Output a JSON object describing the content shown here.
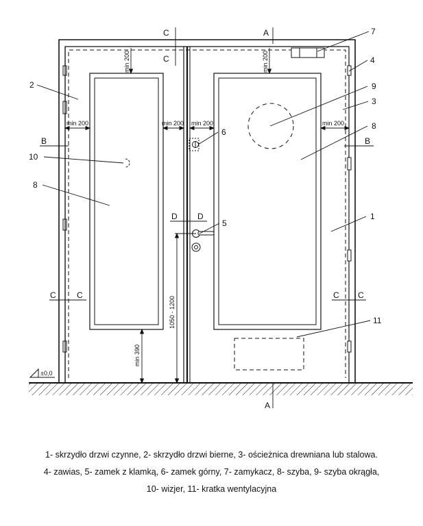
{
  "callouts": [
    "1",
    "2",
    "3",
    "4",
    "5",
    "6",
    "7",
    "8",
    "8",
    "9",
    "10",
    "11"
  ],
  "section_marks": {
    "a": "A",
    "b": "B",
    "c": "C",
    "d": "D"
  },
  "dimensions": {
    "min200": "min 200",
    "height": "1050 - 1200",
    "min390": "min 390",
    "level": "±0,0"
  },
  "legend": [
    "1- skrzydło drzwi czynne, 2- skrzydło drzwi bierne, 3- ościeżnica drewniana lub stalowa.",
    "4- zawias, 5- zamek z klamką, 6- zamek górny, 7- zamykacz, 8- szyba, 9- szyba okrągła,",
    "10- wizjer, 11- kratka wentylacyjna"
  ]
}
